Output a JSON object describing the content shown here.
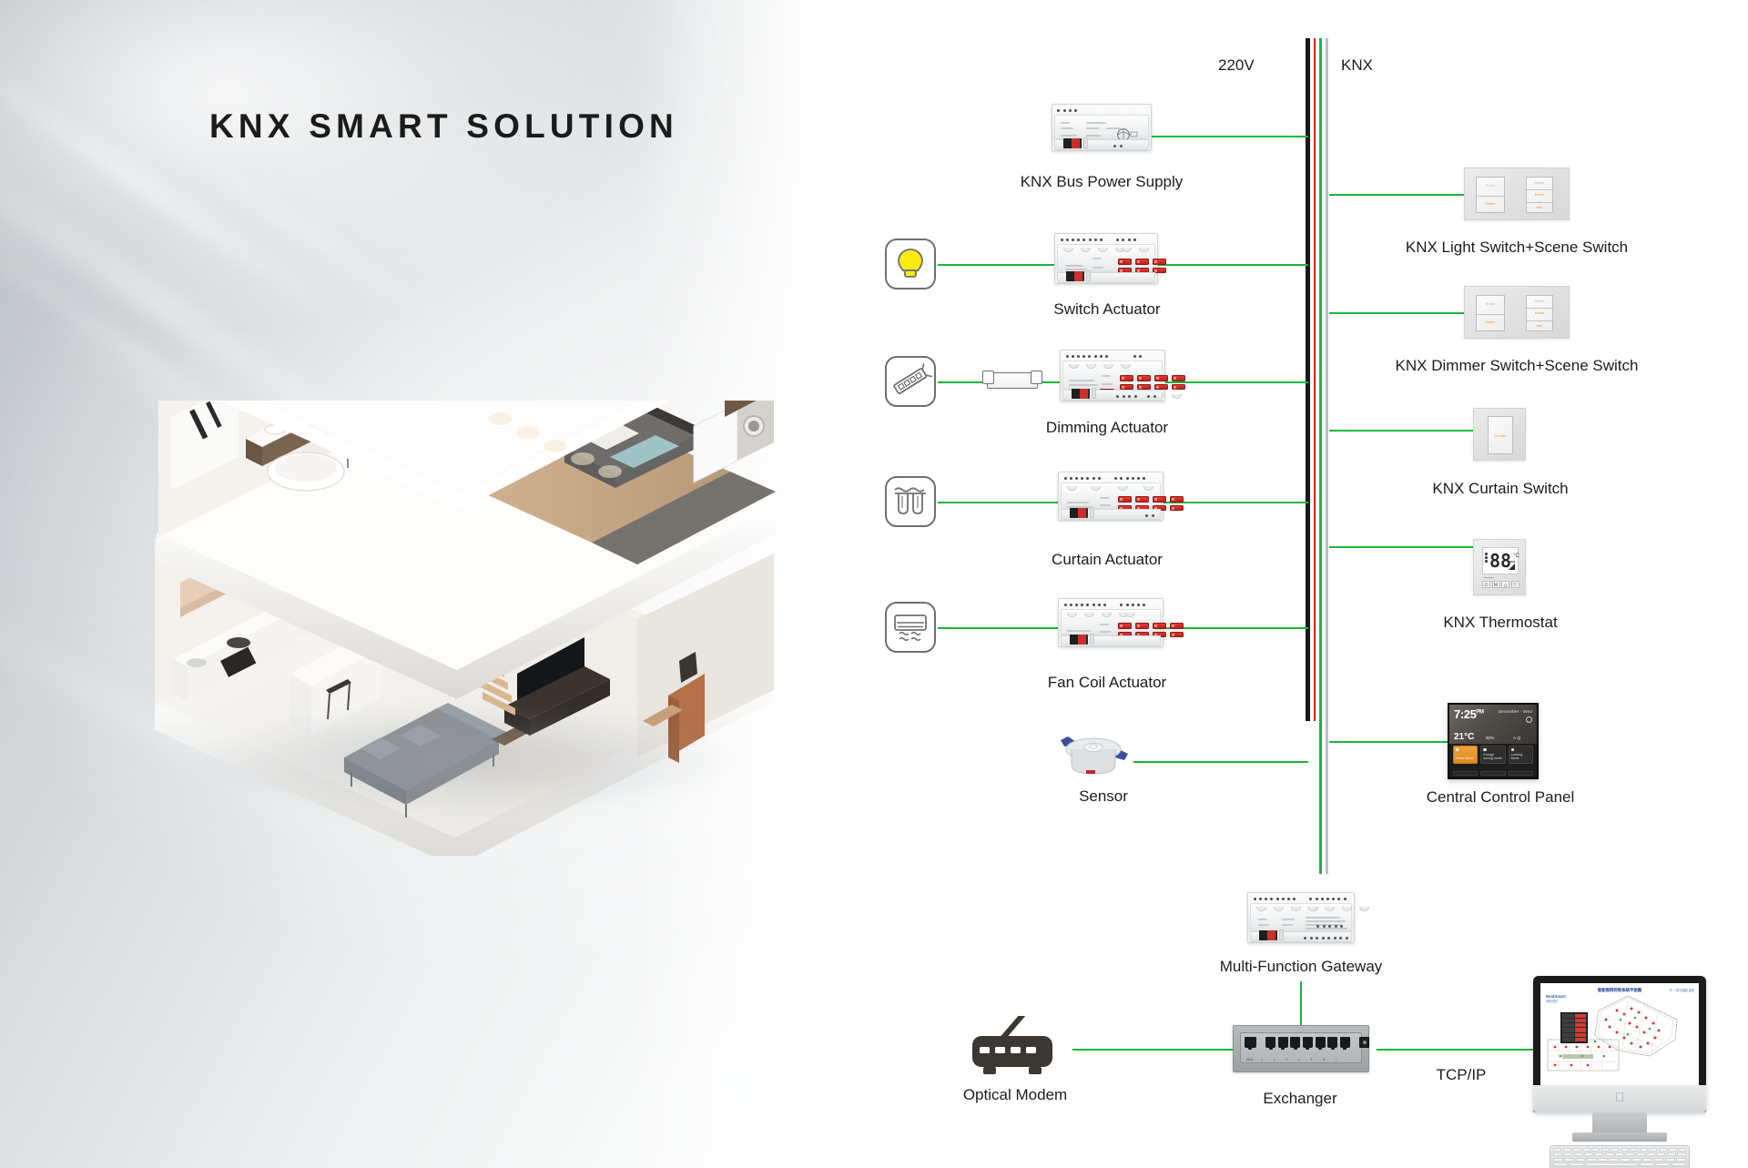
{
  "title": "KNX SMART SOLUTION",
  "bus": {
    "left_label": "220V",
    "right_label": "KNX",
    "colors": {
      "black": "#1a1a1a",
      "red": "#e01b1b",
      "green": "#12b93a",
      "gray": "#b9bec3"
    }
  },
  "accent_color": "#15b83c",
  "left_devices": [
    {
      "id": "power-supply",
      "label": "KNX Bus Power Supply",
      "icon": null
    },
    {
      "id": "switch-actuator",
      "label": "Switch Actuator",
      "icon": "light-bulb-icon"
    },
    {
      "id": "dimming-actuator",
      "label": "Dimming Actuator",
      "icon": "led-strip-icon"
    },
    {
      "id": "curtain-actuator",
      "label": "Curtain Actuator",
      "icon": "curtain-icon"
    },
    {
      "id": "fan-coil-actuator",
      "label": "Fan Coil Actuator",
      "icon": "air-conditioner-icon"
    },
    {
      "id": "sensor",
      "label": "Sensor",
      "icon": "presence-sensor-icon"
    }
  ],
  "right_devices": [
    {
      "id": "light-switch",
      "label": "KNX Light Switch+Scene Switch"
    },
    {
      "id": "dimmer-switch",
      "label": "KNX Dimmer Switch+Scene Switch"
    },
    {
      "id": "curtain-switch",
      "label": "KNX Curtain Switch"
    },
    {
      "id": "thermostat",
      "label": "KNX Thermostat"
    },
    {
      "id": "control-panel",
      "label": "Central Control Panel"
    }
  ],
  "gateway": {
    "label": "Multi-Function Gateway"
  },
  "network": {
    "modem_label": "Optical Modem",
    "exchanger_label": "Exchanger",
    "protocol_label": "TCP/IP"
  },
  "thermostat_display": {
    "value": "88",
    "unit": "°C",
    "keys": [
      "⏻",
      "M",
      "△",
      "▽"
    ]
  },
  "control_panel_display": {
    "time": "7:25",
    "ampm": "PM",
    "header_right": "December  ·  Wed",
    "temperature": "21°C",
    "stat_1": "60%",
    "stat_2": "A·Q",
    "cards": [
      {
        "title": "Home Mode",
        "active": true
      },
      {
        "title": "Energy saving mode",
        "active": false
      },
      {
        "title": "Leaving Mode",
        "active": false
      }
    ]
  },
  "switch_keys": {
    "light_panel_left": [
      "Room",
      "Scene"
    ],
    "light_panel_right": [
      "Scene",
      "Room",
      "Hall"
    ],
    "dimmer_panel_left": [
      "Room",
      "Scene"
    ],
    "dimmer_panel_right": [
      "Scene",
      "Room",
      "Hall"
    ],
    "curtain_panel": [
      "Curtain"
    ]
  },
  "exchanger_ports": {
    "uplink_label": "WAN",
    "port_labels": [
      "1",
      "2",
      "3",
      "4",
      "5",
      "6",
      "7",
      "8"
    ],
    "power_label": "DC 48V"
  },
  "monitor_screen": {
    "map_title": "智能照明控制系统平面图",
    "brand": "RealSmart",
    "brand_sub": "照明控制",
    "top_right": "2F  一层平面图      返回"
  },
  "house": {
    "alt": "3D cutaway render of a two-storey smart home interior"
  }
}
